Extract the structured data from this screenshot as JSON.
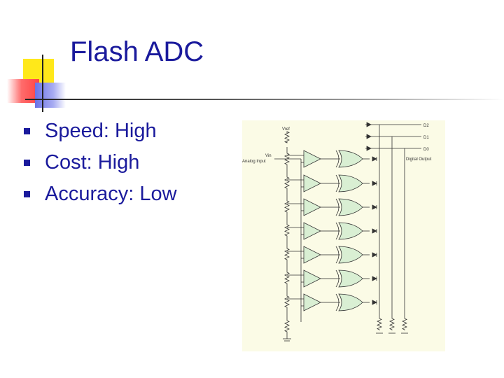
{
  "slide": {
    "title": "Flash ADC",
    "bullets": [
      "Speed: High",
      "Cost: High",
      "Accuracy: Low"
    ]
  },
  "diagram": {
    "labels": {
      "vref": "Vref",
      "vin": "Vin",
      "analog_input": "Analog Input",
      "d2": "D2",
      "d1": "D1",
      "d0": "D0",
      "digital_output": "Digital Output"
    }
  },
  "colors": {
    "title": "#1a1a9c",
    "text": "#1a1a9c",
    "diagram_bg": "#fbfbe6",
    "component_fill": "#d9efd3"
  }
}
